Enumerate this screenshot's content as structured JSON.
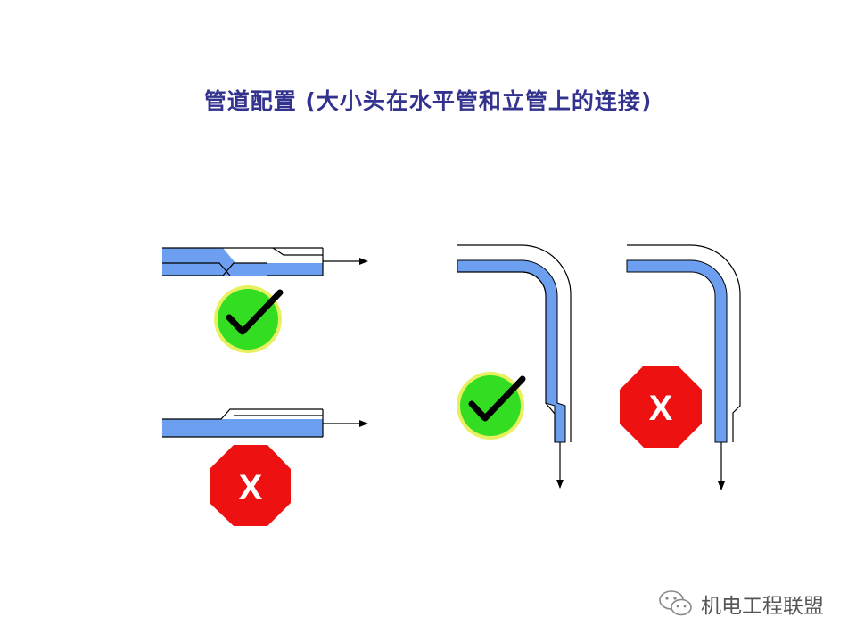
{
  "title": "管道配置 (大小头在水平管和立管上的连接)",
  "watermark": {
    "text": "机电工程联盟",
    "icon": "wechat-icon"
  },
  "colors": {
    "pipe_fill": "#6c9ff0",
    "pipe_stroke": "#000000",
    "ok_green": "#33dd22",
    "ok_ring": "#e8f060",
    "bad_red": "#ee1111",
    "title": "#33338f"
  },
  "verdicts": [
    {
      "case": "horizontal-eccentric-flat-bottom",
      "result": "correct",
      "icon": "check-icon"
    },
    {
      "case": "horizontal-eccentric-flat-top",
      "result": "wrong",
      "icon": "x-icon",
      "label": "X"
    },
    {
      "case": "vertical-concentric-reducer",
      "result": "correct",
      "icon": "check-icon"
    },
    {
      "case": "vertical-eccentric-reducer",
      "result": "wrong",
      "icon": "x-icon",
      "label": "X"
    }
  ]
}
